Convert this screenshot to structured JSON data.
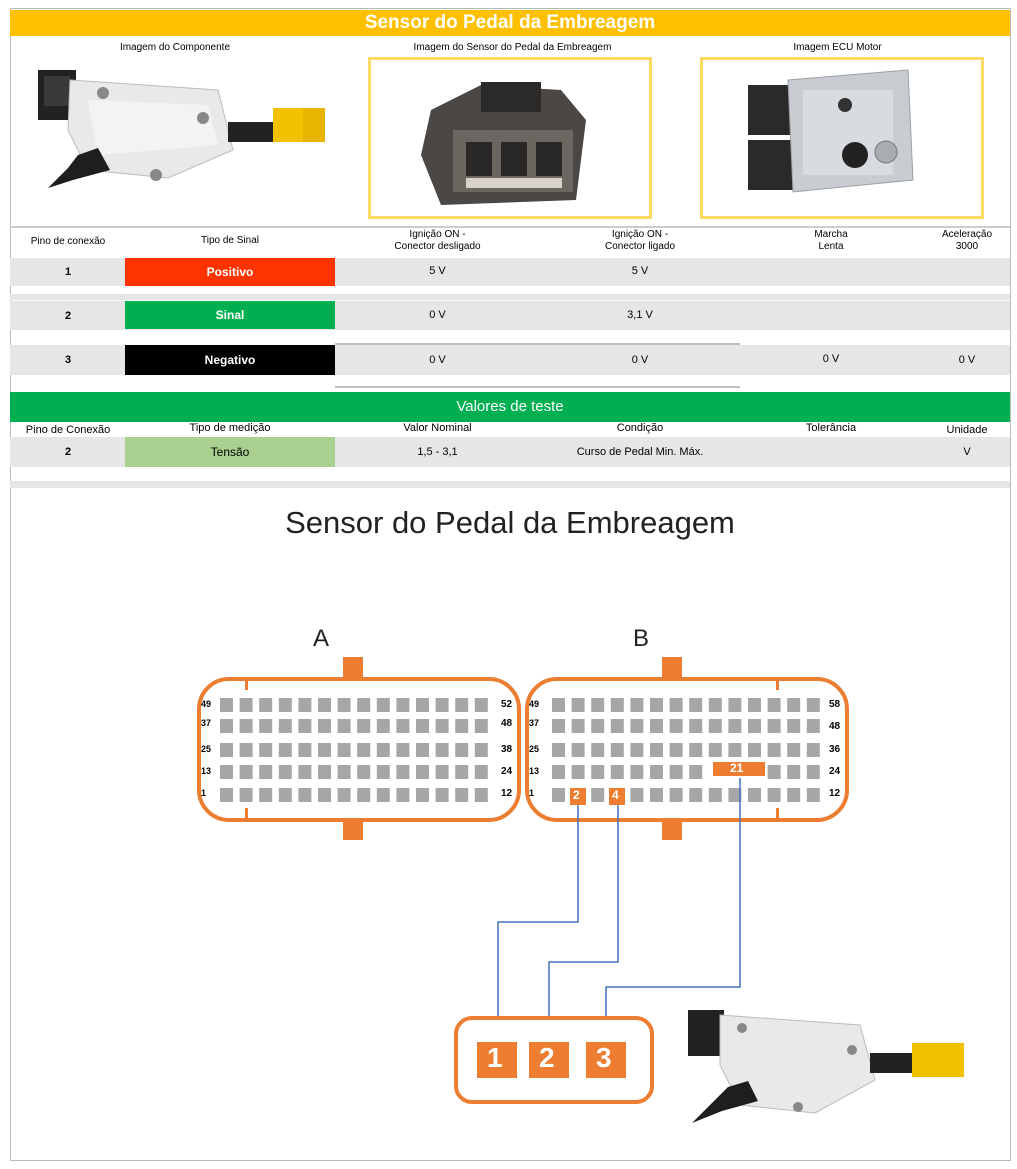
{
  "title": "Sensor do Pedal da Embreagem",
  "images": {
    "component_caption": "Imagem do Componente",
    "sensor_caption": "Imagem do Sensor do Pedal da Embreagem",
    "ecu_caption": "Imagem ECU Motor"
  },
  "table": {
    "headers": {
      "pin": "Pino de conexão",
      "signal_type": "Tipo de Sinal",
      "ign_off_line1": "Ignição ON -",
      "ign_off_line2": "Conector desligado",
      "ign_on_line1": "Ignição ON -",
      "ign_on_line2": "Conector ligado",
      "idle_line1": "Marcha",
      "idle_line2": "Lenta",
      "accel_line1": "Aceleração",
      "accel_line2": "3000"
    },
    "rows": [
      {
        "pin": "1",
        "type": "Positivo",
        "color": "#ff3300",
        "disc": "5 V",
        "conn": "5 V",
        "idle": "",
        "accel": ""
      },
      {
        "pin": "2",
        "type": "Sinal",
        "color": "#00b050",
        "disc": "0 V",
        "conn": "3,1 V",
        "idle": "",
        "accel": ""
      },
      {
        "pin": "3",
        "type": "Negativo",
        "color": "#000000",
        "disc": "0 V",
        "conn": "0 V",
        "idle": "0 V",
        "accel": "0 V"
      }
    ]
  },
  "test": {
    "title": "Valores de teste",
    "headers": {
      "pin": "Pino de Conexão",
      "measure": "Tipo de medição",
      "nominal": "Valor Nominal",
      "condition": "Condição",
      "tolerance": "Tolerância",
      "unit": "Unidade"
    },
    "row": {
      "pin": "2",
      "measure": "Tensão",
      "nominal": "1,5 - 3,1",
      "condition": "Curso de Pedal Min. Máx.",
      "tolerance": "",
      "unit": "V"
    },
    "measure_color": "#a9d08e"
  },
  "diagram": {
    "title": "Sensor do Pedal da Embreagem",
    "connector_a": "A",
    "connector_b": "B",
    "a_left_labels": [
      "49",
      "37",
      "25",
      "13",
      "1"
    ],
    "a_right_labels": [
      "52",
      "48",
      "38",
      "24",
      "12"
    ],
    "b_left_labels": [
      "49",
      "37",
      "25",
      "13",
      "1"
    ],
    "b_right_labels": [
      "58",
      "48",
      "36",
      "24",
      "12"
    ],
    "ecu_pins": [
      "2",
      "4",
      "21"
    ],
    "sensor_pins": [
      "1",
      "2",
      "3"
    ],
    "accent": "#ed7d31",
    "wire": "#4472c4"
  }
}
